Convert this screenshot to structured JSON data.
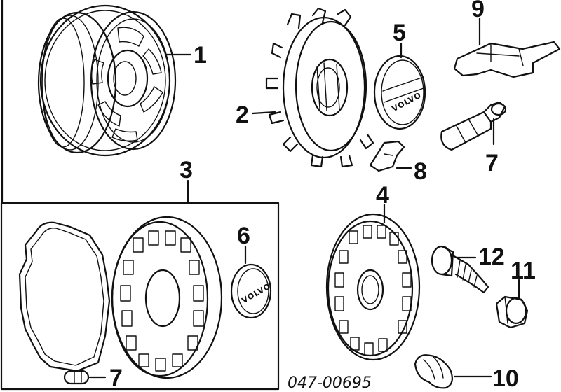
{
  "diagram": {
    "callouts": {
      "c1": "1",
      "c2": "2",
      "c3": "3",
      "c4": "4",
      "c5": "5",
      "c6": "6",
      "c7a": "7",
      "c7b": "7",
      "c8": "8",
      "c9": "9",
      "c10": "10",
      "c11": "11",
      "c12": "12"
    },
    "badges": {
      "cap_logo": "VOLVO",
      "insert_logo": "VOLVO"
    },
    "reference_code": "047-00695"
  }
}
